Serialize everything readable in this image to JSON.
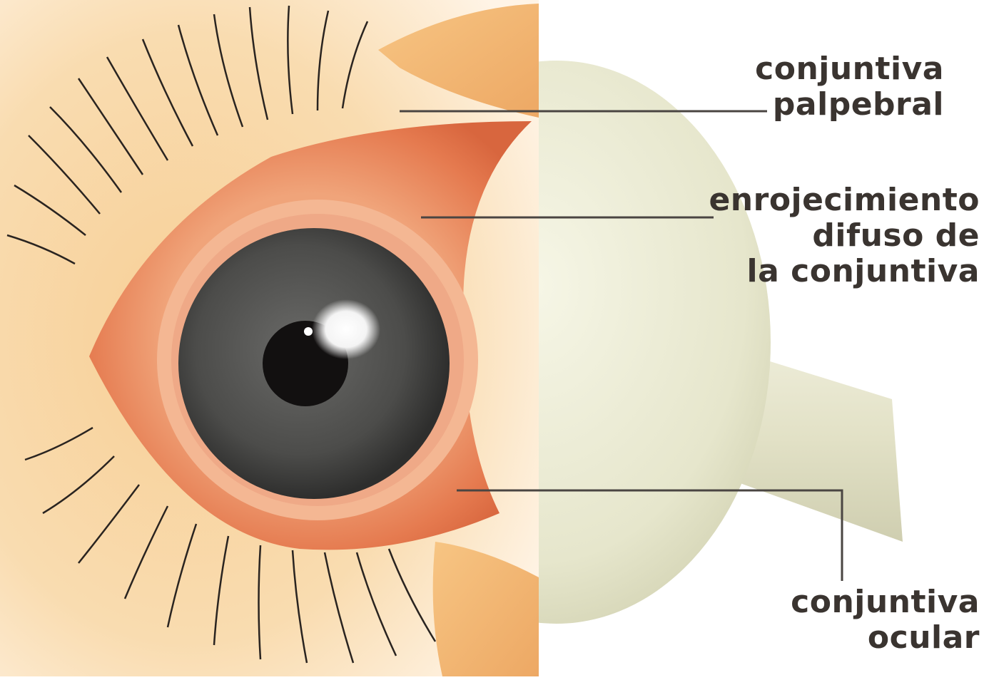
{
  "labels": {
    "palpebral": {
      "line1": "conjuntiva",
      "line2": "palpebral"
    },
    "enrojecimiento": {
      "line1": "enrojecimiento",
      "line2": "difuso de",
      "line3": "la conjuntiva"
    },
    "ocular": {
      "line1": "conjuntiva",
      "line2": "ocular"
    }
  },
  "colors": {
    "skin": "#f6c98f",
    "conjunctiva_red": "#e9835a",
    "sclera": "#ebebd6",
    "iris": "#4a4a4a",
    "pupil": "#121010",
    "leader_line": "#4a4542",
    "label_text": "#3a3430"
  }
}
